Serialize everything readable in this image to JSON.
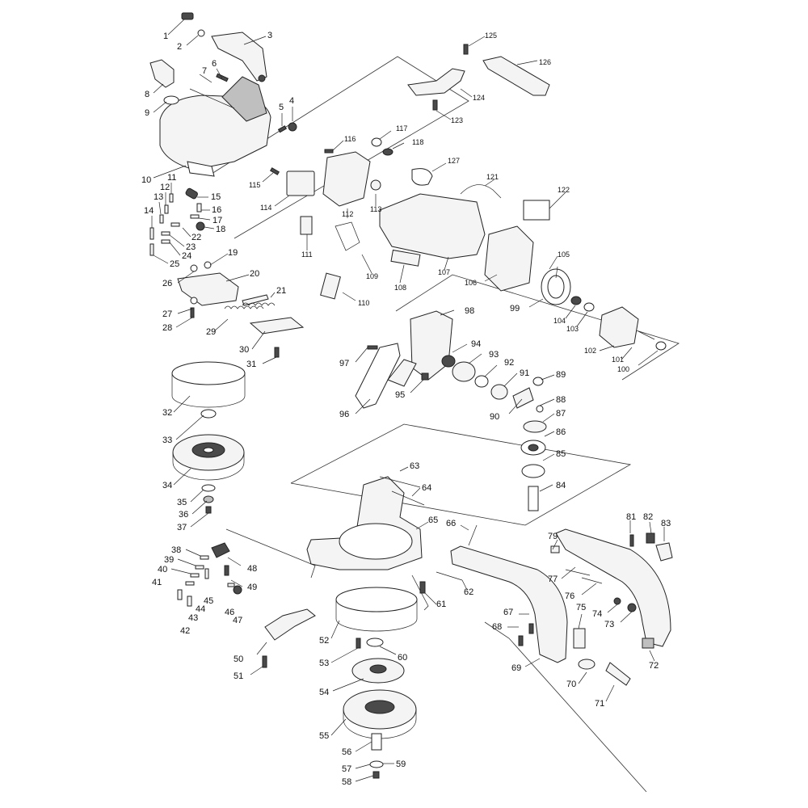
{
  "parts": [
    {
      "id": "p1",
      "label": "1"
    },
    {
      "id": "p2",
      "label": "2"
    },
    {
      "id": "p3",
      "label": "3"
    },
    {
      "id": "p4",
      "label": "4"
    },
    {
      "id": "p5",
      "label": "5"
    },
    {
      "id": "p6",
      "label": "6"
    },
    {
      "id": "p7",
      "label": "7"
    },
    {
      "id": "p8",
      "label": "8"
    },
    {
      "id": "p9",
      "label": "9"
    },
    {
      "id": "p10",
      "label": "10"
    },
    {
      "id": "p11",
      "label": "11"
    },
    {
      "id": "p12",
      "label": "12"
    },
    {
      "id": "p13",
      "label": "13"
    },
    {
      "id": "p14",
      "label": "14"
    },
    {
      "id": "p15",
      "label": "15"
    },
    {
      "id": "p16",
      "label": "16"
    },
    {
      "id": "p17",
      "label": "17"
    },
    {
      "id": "p18",
      "label": "18"
    },
    {
      "id": "p19",
      "label": "19"
    },
    {
      "id": "p20",
      "label": "20"
    },
    {
      "id": "p21",
      "label": "21"
    },
    {
      "id": "p22",
      "label": "22"
    },
    {
      "id": "p23",
      "label": "23"
    },
    {
      "id": "p24",
      "label": "24"
    },
    {
      "id": "p25",
      "label": "25"
    },
    {
      "id": "p26",
      "label": "26"
    },
    {
      "id": "p27",
      "label": "27"
    },
    {
      "id": "p28",
      "label": "28"
    },
    {
      "id": "p29",
      "label": "29"
    },
    {
      "id": "p30",
      "label": "30"
    },
    {
      "id": "p31",
      "label": "31"
    },
    {
      "id": "p32",
      "label": "32"
    },
    {
      "id": "p33",
      "label": "33"
    },
    {
      "id": "p34",
      "label": "34"
    },
    {
      "id": "p35",
      "label": "35"
    },
    {
      "id": "p36",
      "label": "36"
    },
    {
      "id": "p37",
      "label": "37"
    },
    {
      "id": "p38",
      "label": "38"
    },
    {
      "id": "p39",
      "label": "39"
    },
    {
      "id": "p40",
      "label": "40"
    },
    {
      "id": "p41",
      "label": "41"
    },
    {
      "id": "p42",
      "label": "42"
    },
    {
      "id": "p43",
      "label": "43"
    },
    {
      "id": "p44",
      "label": "44"
    },
    {
      "id": "p45",
      "label": "45"
    },
    {
      "id": "p46",
      "label": "46"
    },
    {
      "id": "p47",
      "label": "47"
    },
    {
      "id": "p48",
      "label": "48"
    },
    {
      "id": "p49",
      "label": "49"
    },
    {
      "id": "p50",
      "label": "50"
    },
    {
      "id": "p51",
      "label": "51"
    },
    {
      "id": "p52",
      "label": "52"
    },
    {
      "id": "p53",
      "label": "53"
    },
    {
      "id": "p54",
      "label": "54"
    },
    {
      "id": "p55",
      "label": "55"
    },
    {
      "id": "p56",
      "label": "56"
    },
    {
      "id": "p57",
      "label": "57"
    },
    {
      "id": "p58",
      "label": "58"
    },
    {
      "id": "p59",
      "label": "59"
    },
    {
      "id": "p60",
      "label": "60"
    },
    {
      "id": "p61",
      "label": "61"
    },
    {
      "id": "p62",
      "label": "62"
    },
    {
      "id": "p63",
      "label": "63"
    },
    {
      "id": "p64",
      "label": "64"
    },
    {
      "id": "p65",
      "label": "65"
    },
    {
      "id": "p66",
      "label": "66"
    },
    {
      "id": "p67",
      "label": "67"
    },
    {
      "id": "p68",
      "label": "68"
    },
    {
      "id": "p69",
      "label": "69"
    },
    {
      "id": "p70",
      "label": "70"
    },
    {
      "id": "p71",
      "label": "71"
    },
    {
      "id": "p72",
      "label": "72"
    },
    {
      "id": "p73",
      "label": "73"
    },
    {
      "id": "p74",
      "label": "74"
    },
    {
      "id": "p75",
      "label": "75"
    },
    {
      "id": "p76",
      "label": "76"
    },
    {
      "id": "p77",
      "label": "77"
    },
    {
      "id": "p79",
      "label": "79"
    },
    {
      "id": "p81",
      "label": "81"
    },
    {
      "id": "p82",
      "label": "82"
    },
    {
      "id": "p83",
      "label": "83"
    },
    {
      "id": "p84",
      "label": "84"
    },
    {
      "id": "p85",
      "label": "85"
    },
    {
      "id": "p86",
      "label": "86"
    },
    {
      "id": "p87",
      "label": "87"
    },
    {
      "id": "p88",
      "label": "88"
    },
    {
      "id": "p89",
      "label": "89"
    },
    {
      "id": "p90",
      "label": "90"
    },
    {
      "id": "p91",
      "label": "91"
    },
    {
      "id": "p92",
      "label": "92"
    },
    {
      "id": "p93",
      "label": "93"
    },
    {
      "id": "p94",
      "label": "94"
    },
    {
      "id": "p95",
      "label": "95"
    },
    {
      "id": "p96",
      "label": "96"
    },
    {
      "id": "p97",
      "label": "97"
    },
    {
      "id": "p98",
      "label": "98"
    },
    {
      "id": "p99",
      "label": "99"
    },
    {
      "id": "p100",
      "label": "100"
    },
    {
      "id": "p101",
      "label": "101"
    },
    {
      "id": "p102",
      "label": "102"
    },
    {
      "id": "p103",
      "label": "103"
    },
    {
      "id": "p104",
      "label": "104"
    },
    {
      "id": "p105",
      "label": "105"
    },
    {
      "id": "p106",
      "label": "106"
    },
    {
      "id": "p107",
      "label": "107"
    },
    {
      "id": "p108",
      "label": "108"
    },
    {
      "id": "p109",
      "label": "109"
    },
    {
      "id": "p110",
      "label": "110"
    },
    {
      "id": "p111",
      "label": "111"
    },
    {
      "id": "p112",
      "label": "112"
    },
    {
      "id": "p113",
      "label": "113"
    },
    {
      "id": "p114",
      "label": "114"
    },
    {
      "id": "p115",
      "label": "115"
    },
    {
      "id": "p116",
      "label": "116"
    },
    {
      "id": "p117",
      "label": "117"
    },
    {
      "id": "p118",
      "label": "118"
    },
    {
      "id": "p121",
      "label": "121"
    },
    {
      "id": "p122",
      "label": "122"
    },
    {
      "id": "p123",
      "label": "123"
    },
    {
      "id": "p124",
      "label": "124"
    },
    {
      "id": "p125",
      "label": "125"
    },
    {
      "id": "p126",
      "label": "126"
    },
    {
      "id": "p127",
      "label": "127"
    }
  ]
}
